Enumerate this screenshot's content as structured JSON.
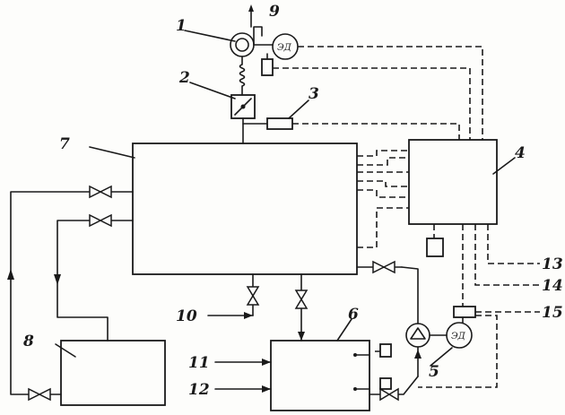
{
  "labels": {
    "n1": "1",
    "n2": "2",
    "n3": "3",
    "n4": "4",
    "n5": "5",
    "n6": "6",
    "n7": "7",
    "n8": "8",
    "n9": "9",
    "n10": "10",
    "n11": "11",
    "n12": "12",
    "n13": "13",
    "n14": "14",
    "n15": "15"
  },
  "motor_label_top": "ЭД",
  "motor_label_bottom": "ЭД"
}
